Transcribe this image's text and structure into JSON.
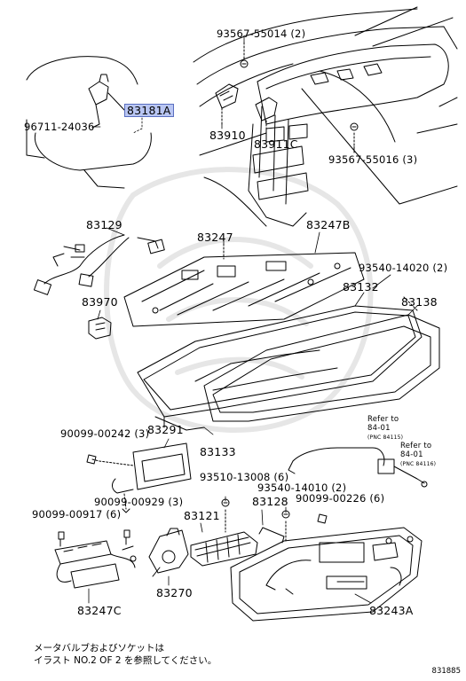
{
  "parts": {
    "p_93567_55014": "93567-55014 (2)",
    "p_83181A": "83181A",
    "p_96711_24036": "96711-24036",
    "p_83910": "83910",
    "p_83911C": "83911C",
    "p_93567_55016": "93567-55016 (3)",
    "p_83129": "83129",
    "p_83247": "83247",
    "p_83247B": "83247B",
    "p_93540_14020": "93540-14020 (2)",
    "p_83970": "83970",
    "p_83132": "83132",
    "p_83138": "83138",
    "p_90099_00242": "90099-00242 (3)",
    "p_83291": "83291",
    "p_83133": "83133",
    "p_93510_13008": "93510-13008 (6)",
    "p_93540_14010": "93540-14010 (2)",
    "p_83128": "83128",
    "p_90099_00929": "90099-00929 (3)",
    "p_90099_00226": "90099-00226 (6)",
    "p_90099_00917": "90099-00917 (6)",
    "p_83121": "83121",
    "p_83270": "83270",
    "p_83247C": "83247C",
    "p_83243A": "83243A"
  },
  "refs": {
    "refer1_a": "Refer to",
    "refer1_b": "84-01",
    "refer1_c": "(PNC 84115)",
    "refer2_a": "Refer to",
    "refer2_b": "84-01",
    "refer2_c": "(PNC 84116)"
  },
  "note": {
    "line1": "メータバルブおよびソケットは",
    "line2": "イラスト NO.2 OF 2 を参照してください。"
  },
  "figure_code": "831885"
}
